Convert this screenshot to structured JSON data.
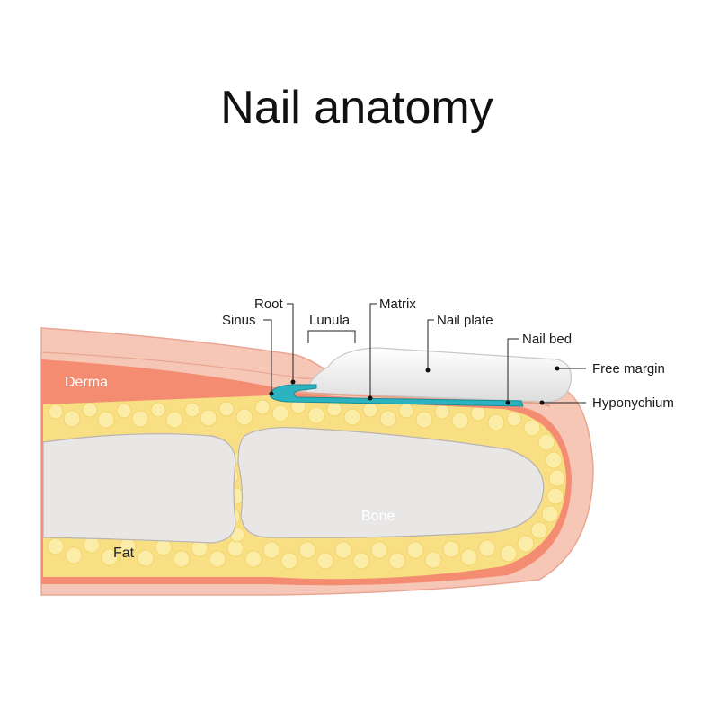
{
  "title": "Nail anatomy",
  "labels": {
    "root": "Root",
    "sinus": "Sinus",
    "lunula": "Lunula",
    "matrix": "Matrix",
    "nail_plate": "Nail plate",
    "nail_bed": "Nail bed",
    "free_margin": "Free margin",
    "hyponychium": "Hyponychium",
    "derma": "Derma",
    "fat": "Fat",
    "bone": "Bone"
  },
  "colors": {
    "skin": "#f6c7b7",
    "skin_edge": "#eaa592",
    "derma": "#f48c72",
    "fat": "#f8df84",
    "fat_globule": "#fbeca8",
    "bone": "#e9e6e6",
    "matrix": "#2bb3c0",
    "nail_plate": "#f4f4f4"
  }
}
